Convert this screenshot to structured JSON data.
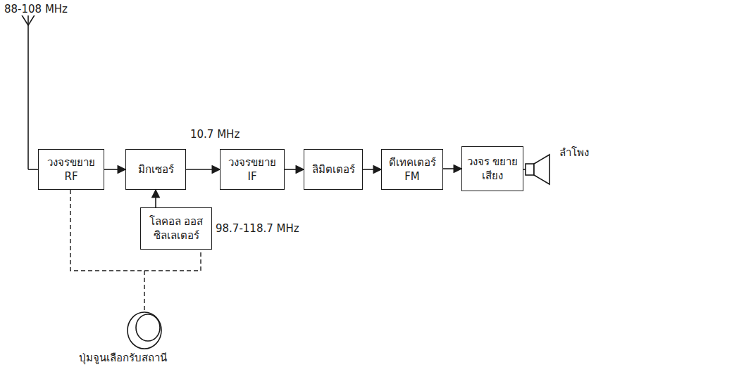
{
  "diagram": {
    "nodes": [
      {
        "text": [
          "วงจรขยาย RF"
        ]
      },
      {
        "text": [
          "มิกเซอร์"
        ]
      },
      {
        "text": [
          "วงจรขยาย IF"
        ]
      },
      {
        "text": [
          "ลิมิตเตอร์"
        ]
      },
      {
        "text": [
          "ดีเทคเตอร์ FM"
        ]
      },
      {
        "text": [
          "วงจร ขยายเสียง"
        ]
      },
      {
        "text": [
          "โลคอล ออสซิลเลเตอร์"
        ]
      }
    ],
    "edges": [
      {
        "from": 0,
        "to": 1,
        "arrow": "to"
      },
      {
        "from": 1,
        "to": 2,
        "arrow": "to"
      },
      {
        "from": 2,
        "to": 3,
        "arrow": "to"
      },
      {
        "from": 3,
        "to": 4,
        "arrow": "to"
      },
      {
        "from": 4,
        "to": 5,
        "arrow": "to"
      },
      {
        "from": 6,
        "to": 1,
        "arrow": "to"
      }
    ],
    "labels": [
      "88-108 MHz",
      "10.7 MHz",
      "98.7-118.7 MHz",
      "ลำโพง",
      "ปุ่มจูนเลือกรับสถานี"
    ]
  }
}
